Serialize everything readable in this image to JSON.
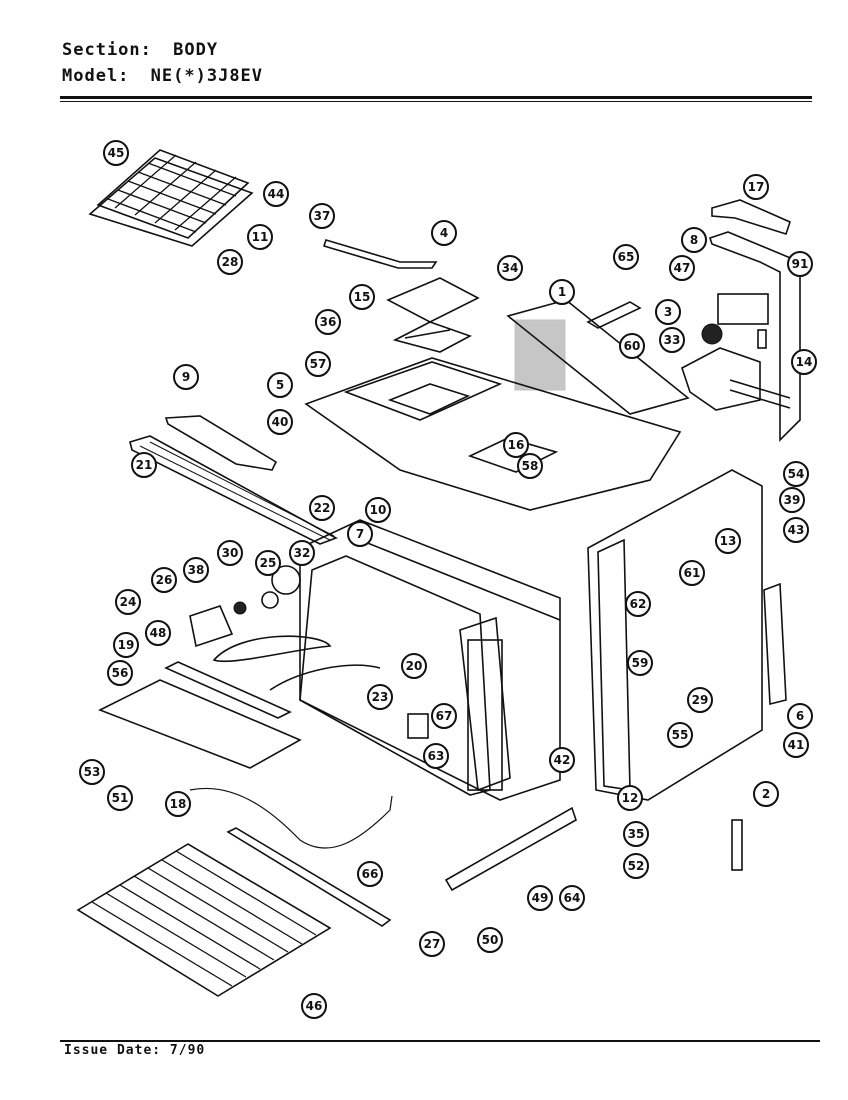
{
  "header": {
    "section_label": "Section:",
    "section_value": "BODY",
    "model_label": "Model:",
    "model_value": "NE(*)3J8EV"
  },
  "footer": {
    "issue_label": "Issue Date:",
    "issue_value": "7/90"
  },
  "callouts": [
    "45",
    "44",
    "11",
    "28",
    "37",
    "4",
    "34",
    "15",
    "36",
    "17",
    "8",
    "91",
    "65",
    "47",
    "1",
    "3",
    "33",
    "60",
    "14",
    "9",
    "57",
    "5",
    "40",
    "16",
    "21",
    "58",
    "22",
    "10",
    "7",
    "32",
    "30",
    "25",
    "38",
    "26",
    "24",
    "48",
    "19",
    "56",
    "20",
    "23",
    "67",
    "63",
    "54",
    "39",
    "43",
    "13",
    "61",
    "62",
    "59",
    "29",
    "55",
    "6",
    "41",
    "42",
    "53",
    "51",
    "18",
    "2",
    "12",
    "35",
    "52",
    "66",
    "27",
    "50",
    "49",
    "64",
    "46"
  ]
}
